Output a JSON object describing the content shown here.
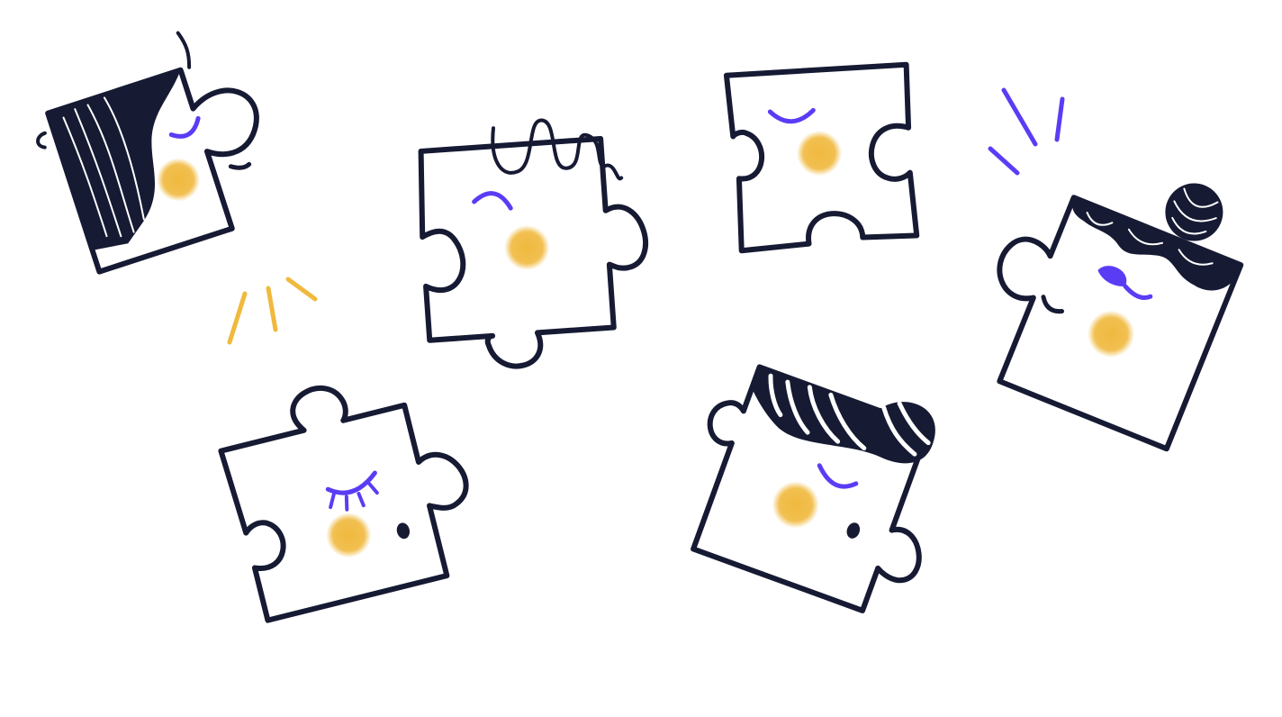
{
  "colors": {
    "background": "#ffffff",
    "outline": "#161a33",
    "eye_accent": "#5b3cf5",
    "cheek": "#f0b93e"
  },
  "pieces": [
    {
      "id": "piece-1",
      "icon": "puzzle-piece-icon",
      "features": [
        "side-swept-hair",
        "closed-eye",
        "cheek-blush",
        "mouth"
      ]
    },
    {
      "id": "piece-2",
      "icon": "puzzle-piece-icon",
      "features": [
        "curly-hair",
        "closed-eye",
        "cheek-blush"
      ]
    },
    {
      "id": "piece-3",
      "icon": "puzzle-piece-icon",
      "features": [
        "closed-eye",
        "cheek-blush"
      ]
    },
    {
      "id": "piece-4",
      "icon": "puzzle-piece-icon",
      "features": [
        "bun-hair",
        "winking-eye",
        "cheek-blush",
        "smile"
      ]
    },
    {
      "id": "piece-5",
      "icon": "puzzle-piece-icon",
      "features": [
        "eyelashes",
        "cheek-blush",
        "nose-dot"
      ]
    },
    {
      "id": "piece-6",
      "icon": "puzzle-piece-icon",
      "features": [
        "striped-hat",
        "closed-eye",
        "cheek-blush",
        "nose-dot"
      ]
    }
  ],
  "decorations": [
    {
      "icon": "sparkle-burst-icon",
      "color": "#f0b93e"
    },
    {
      "icon": "sparkle-burst-icon",
      "color": "#5b3cf5"
    }
  ]
}
